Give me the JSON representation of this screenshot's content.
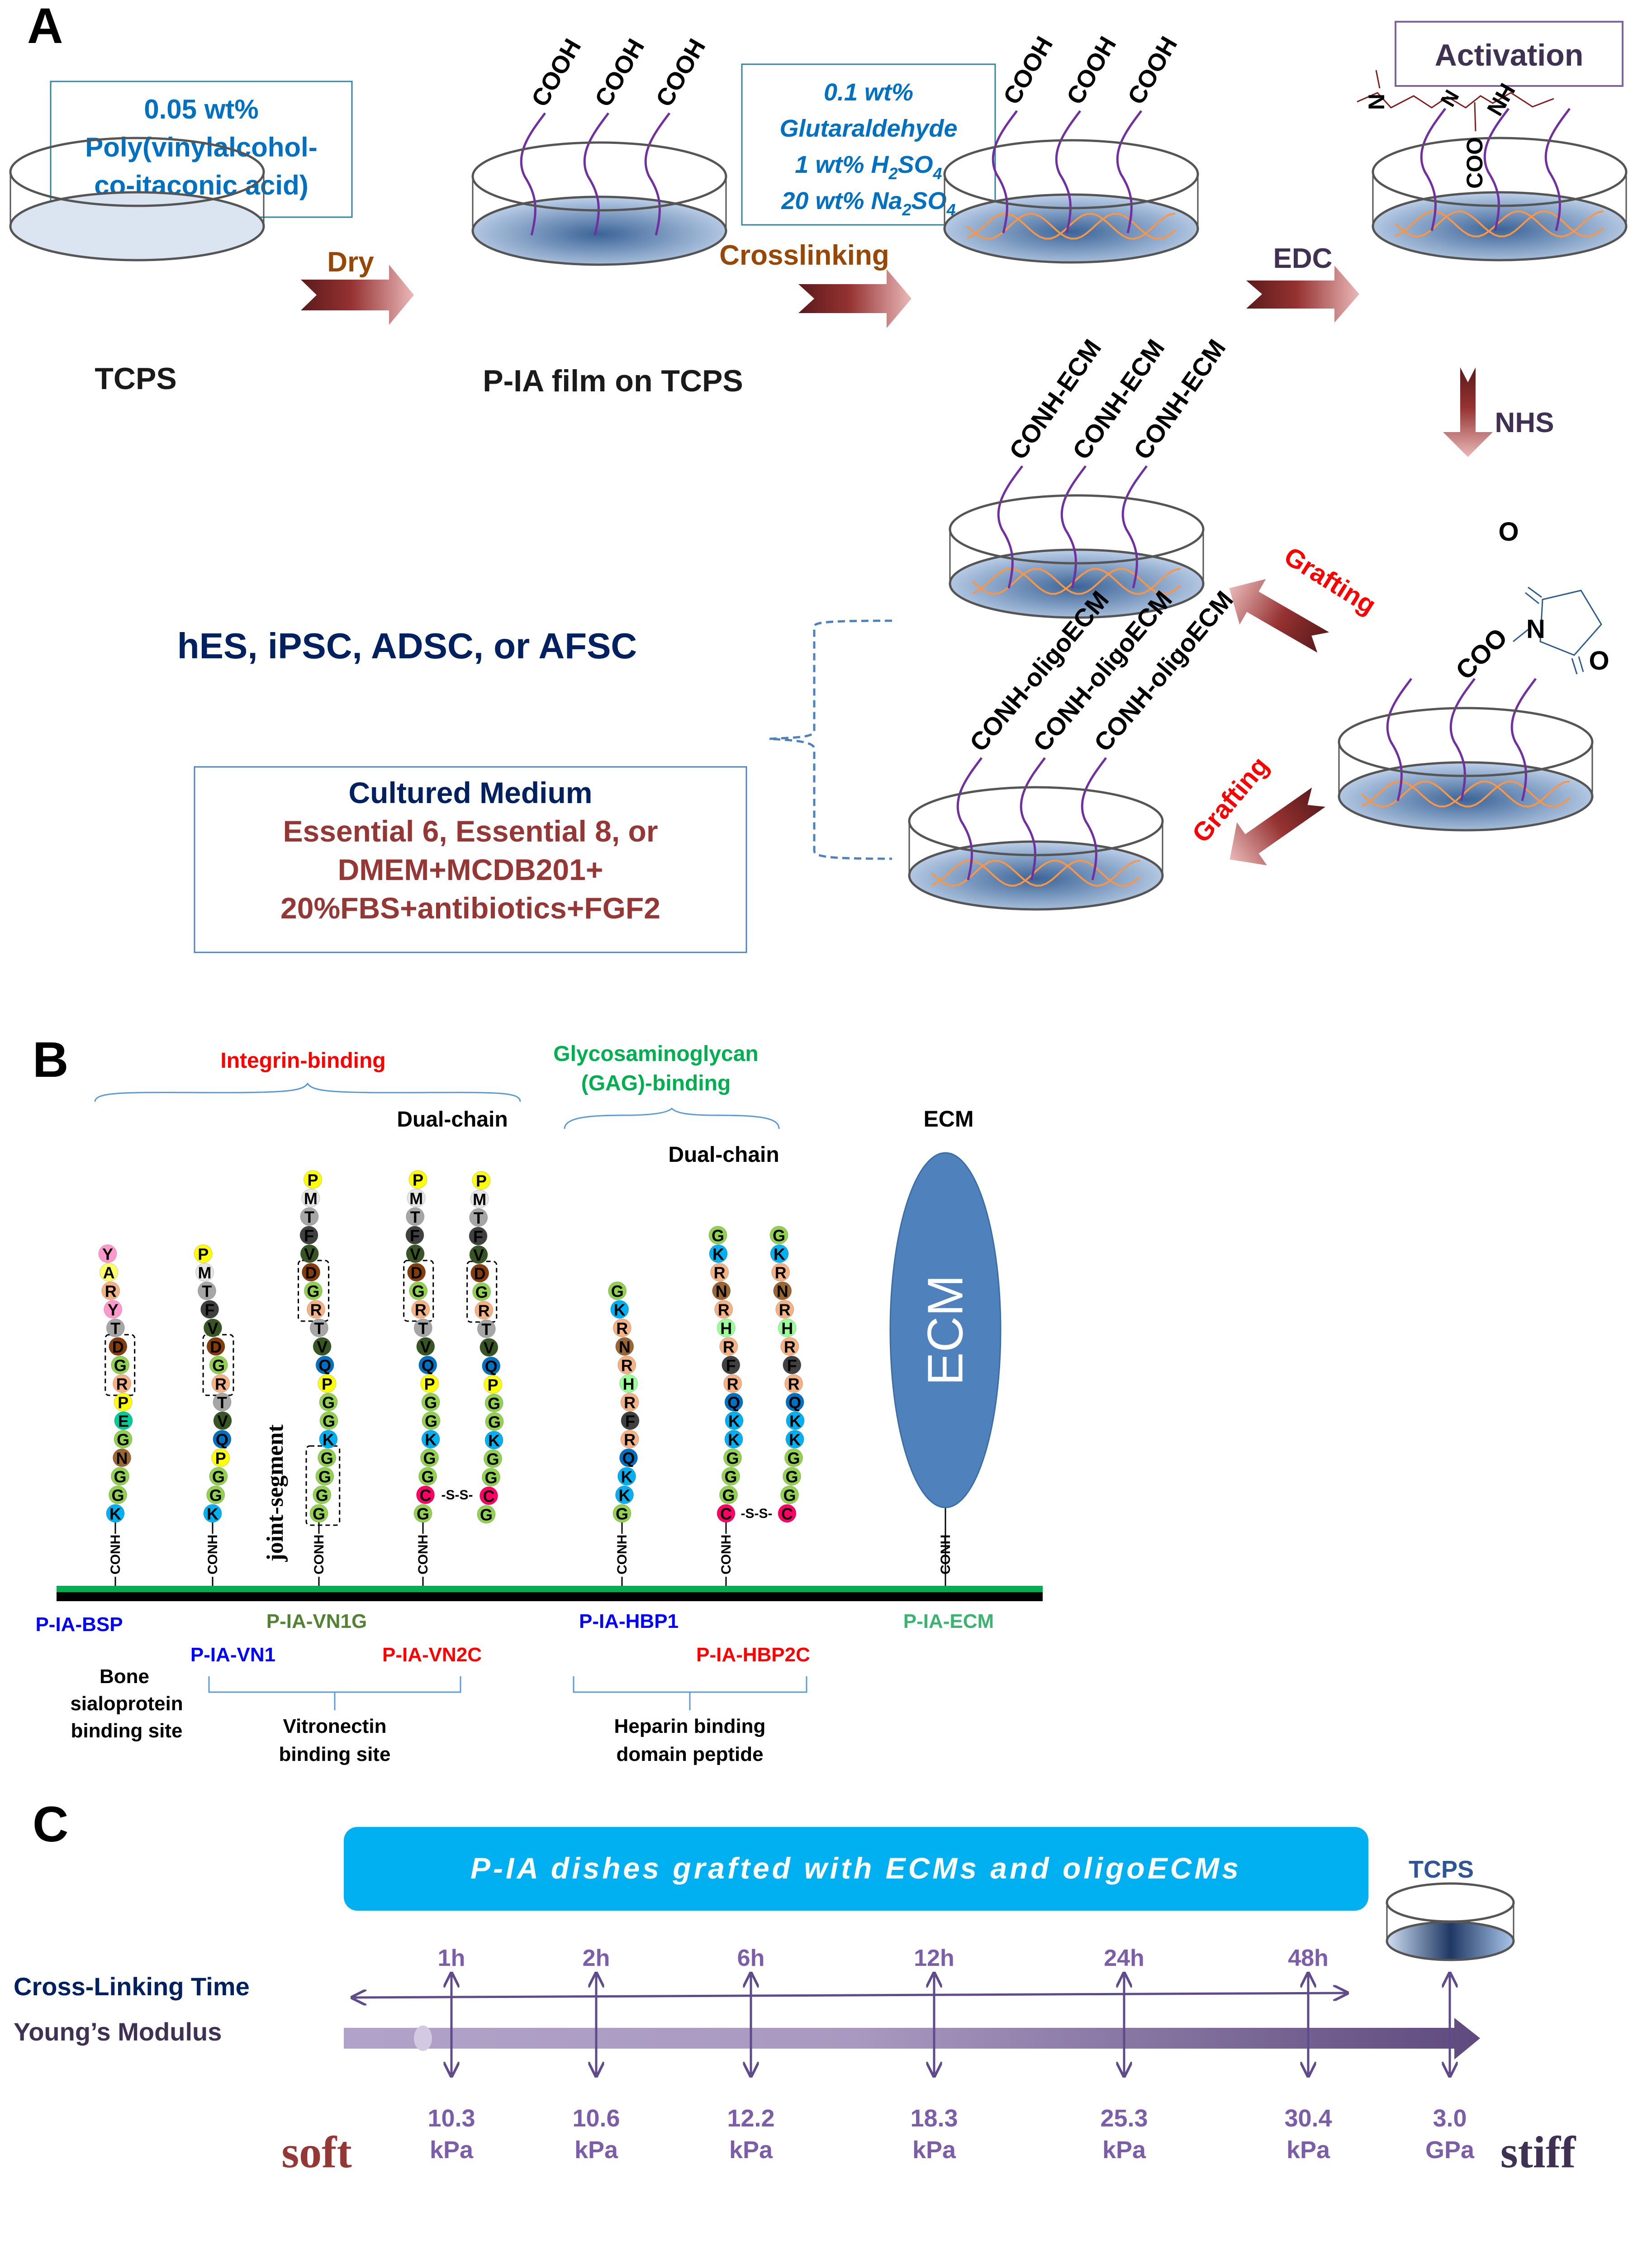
{
  "panel_a": {
    "letter": "A",
    "box1": {
      "lines": [
        "0.05 wt%",
        "Poly(vinylalcohol-",
        "co-itaconic acid)"
      ],
      "color": "#0070c0"
    },
    "box2": {
      "lines": [
        "0.1 wt%",
        "Glutaraldehyde",
        "1 wt% H",
        "2",
        "SO",
        "4",
        "20 wt% Na",
        "2",
        "SO",
        "4"
      ],
      "color": "#0070c0"
    },
    "activation_label": "Activation",
    "steps": {
      "dry": "Dry",
      "crosslinking": "Crosslinking",
      "edc": "EDC",
      "nhs": "NHS",
      "grafting_top": "Grafting",
      "grafting_bottom": "Grafting"
    },
    "dish_labels": {
      "tcps": "TCPS",
      "pia_film": "P-IA film on TCPS"
    },
    "groups": {
      "cooh": "COOH",
      "coo": "COO",
      "conh_ecm": "CONH-ECM",
      "conh_oligo": "CONH-oligoECM",
      "n": "N",
      "nh": "NH",
      "o": "O"
    },
    "cells": "hES, iPSC, ADSC, or AFSC",
    "medium_box": {
      "title": "Cultured Medium",
      "lines": [
        "Essential 6, Essential 8, or",
        "DMEM+MCDB201+",
        "20%FBS+antibiotics+FGF2"
      ]
    },
    "colors": {
      "step_brown": "#984806",
      "step_dark": "#403152",
      "grafting_red": "#ff0000",
      "cells_navy": "#002060",
      "medium_red": "#953735"
    }
  },
  "panel_b": {
    "letter": "B",
    "integrin_label": "Integrin-binding",
    "gag_label_lines": [
      "Glycosaminoglycan",
      "(GAG)-binding"
    ],
    "dual_chain": "Dual-chain",
    "ecm_title": "ECM",
    "ecm_inner": "ECM",
    "joint_segment": "joint-segment",
    "conh": "CONH",
    "disulfide": "-S-S-",
    "peptides": [
      {
        "name": "P-IA-BSP",
        "sequence_top_to_bottom": [
          "Y",
          "A",
          "R",
          "Y",
          "T",
          "D",
          "G",
          "R",
          "P",
          "E",
          "G",
          "N",
          "G",
          "G",
          "K"
        ]
      },
      {
        "name": "P-IA-VN1",
        "sequence_top_to_bottom": [
          "P",
          "M",
          "T",
          "F",
          "V",
          "D",
          "G",
          "R",
          "T",
          "V",
          "Q",
          "P",
          "G",
          "G",
          "K"
        ]
      },
      {
        "name": "P-IA-VN1G",
        "sequence_top_to_bottom": [
          "P",
          "M",
          "T",
          "F",
          "V",
          "D",
          "G",
          "R",
          "T",
          "V",
          "Q",
          "P",
          "G",
          "G",
          "K",
          "G",
          "G",
          "G",
          "G"
        ]
      },
      {
        "name": "P-IA-VN2C",
        "chain": 1,
        "sequence_top_to_bottom": [
          "P",
          "M",
          "T",
          "F",
          "V",
          "D",
          "G",
          "R",
          "T",
          "V",
          "Q",
          "P",
          "G",
          "G",
          "K",
          "G",
          "G",
          "C",
          "G"
        ]
      },
      {
        "name": "P-IA-VN2C",
        "chain": 2,
        "sequence_top_to_bottom": [
          "P",
          "M",
          "T",
          "F",
          "V",
          "D",
          "G",
          "R",
          "T",
          "V",
          "Q",
          "P",
          "G",
          "G",
          "K",
          "G",
          "G",
          "C",
          "G"
        ]
      },
      {
        "name": "P-IA-HBP1",
        "sequence_top_to_bottom": [
          "G",
          "K",
          "R",
          "N",
          "R",
          "H",
          "R",
          "F",
          "R",
          "Q",
          "K",
          "K",
          "G"
        ]
      },
      {
        "name": "P-IA-HBP2C",
        "chain": 1,
        "sequence_top_to_bottom": [
          "G",
          "K",
          "R",
          "N",
          "R",
          "H",
          "R",
          "F",
          "R",
          "Q",
          "K",
          "K",
          "G",
          "G",
          "G",
          "C"
        ]
      },
      {
        "name": "P-IA-HBP2C",
        "chain": 2,
        "sequence_top_to_bottom": [
          "G",
          "K",
          "R",
          "N",
          "R",
          "H",
          "R",
          "F",
          "R",
          "Q",
          "K",
          "K",
          "G",
          "G",
          "G",
          "C"
        ]
      }
    ],
    "residue_colors": {
      "Y": "#ff99cc",
      "A": "#ffff66",
      "R": "#f4b183",
      "T": "#a6a6a6",
      "D": "#843c0c",
      "G": "#92d050",
      "P": "#ffff00",
      "E": "#00cc99",
      "N": "#996633",
      "K": "#00b0f0",
      "M": "#e7e6e6",
      "F": "#404040",
      "V": "#375623",
      "Q": "#0070c0",
      "C": "#ff0066",
      "H": "#99ff99"
    },
    "labels": {
      "bsp": {
        "text": "P-IA-BSP",
        "color": "#0000ff"
      },
      "vn1g": {
        "text": "P-IA-VN1G",
        "color": "#548235"
      },
      "vn1": {
        "text": "P-IA-VN1",
        "color": "#0000ff"
      },
      "vn2c": {
        "text": "P-IA-VN2C",
        "color": "#ff0000"
      },
      "hbp1": {
        "text": "P-IA-HBP1",
        "color": "#0000ff"
      },
      "hbp2c": {
        "text": "P-IA-HBP2C",
        "color": "#ff0000"
      },
      "ecm": {
        "text": "P-IA-ECM",
        "color": "#3cb371"
      }
    },
    "descriptions": {
      "bsp": [
        "Bone",
        "sialoprotein",
        "binding site"
      ],
      "vitronectin": [
        "Vitronectin",
        "binding site"
      ],
      "heparin": [
        "Heparin binding",
        "domain peptide"
      ]
    }
  },
  "panel_c": {
    "letter": "C",
    "banner": "P-IA dishes grafted with ECMs and oligoECMs",
    "tcps_label": "TCPS",
    "row_labels": {
      "time": "Cross-Linking Time",
      "modulus": "Young’s Modulus"
    },
    "soft": "soft",
    "stiff": "stiff",
    "points": [
      {
        "time": "1h",
        "value": "10.3",
        "unit": "kPa"
      },
      {
        "time": "2h",
        "value": "10.6",
        "unit": "kPa"
      },
      {
        "time": "6h",
        "value": "12.2",
        "unit": "kPa"
      },
      {
        "time": "12h",
        "value": "18.3",
        "unit": "kPa"
      },
      {
        "time": "24h",
        "value": "25.3",
        "unit": "kPa"
      },
      {
        "time": "48h",
        "value": "30.4",
        "unit": "kPa"
      },
      {
        "time": "",
        "value": "3.0",
        "unit": "GPa"
      }
    ],
    "colors": {
      "banner": "#00b0f0",
      "purple": "#7b5ea7",
      "soft": "#953735",
      "stiff": "#3f3151",
      "time_label": "#002060"
    }
  }
}
